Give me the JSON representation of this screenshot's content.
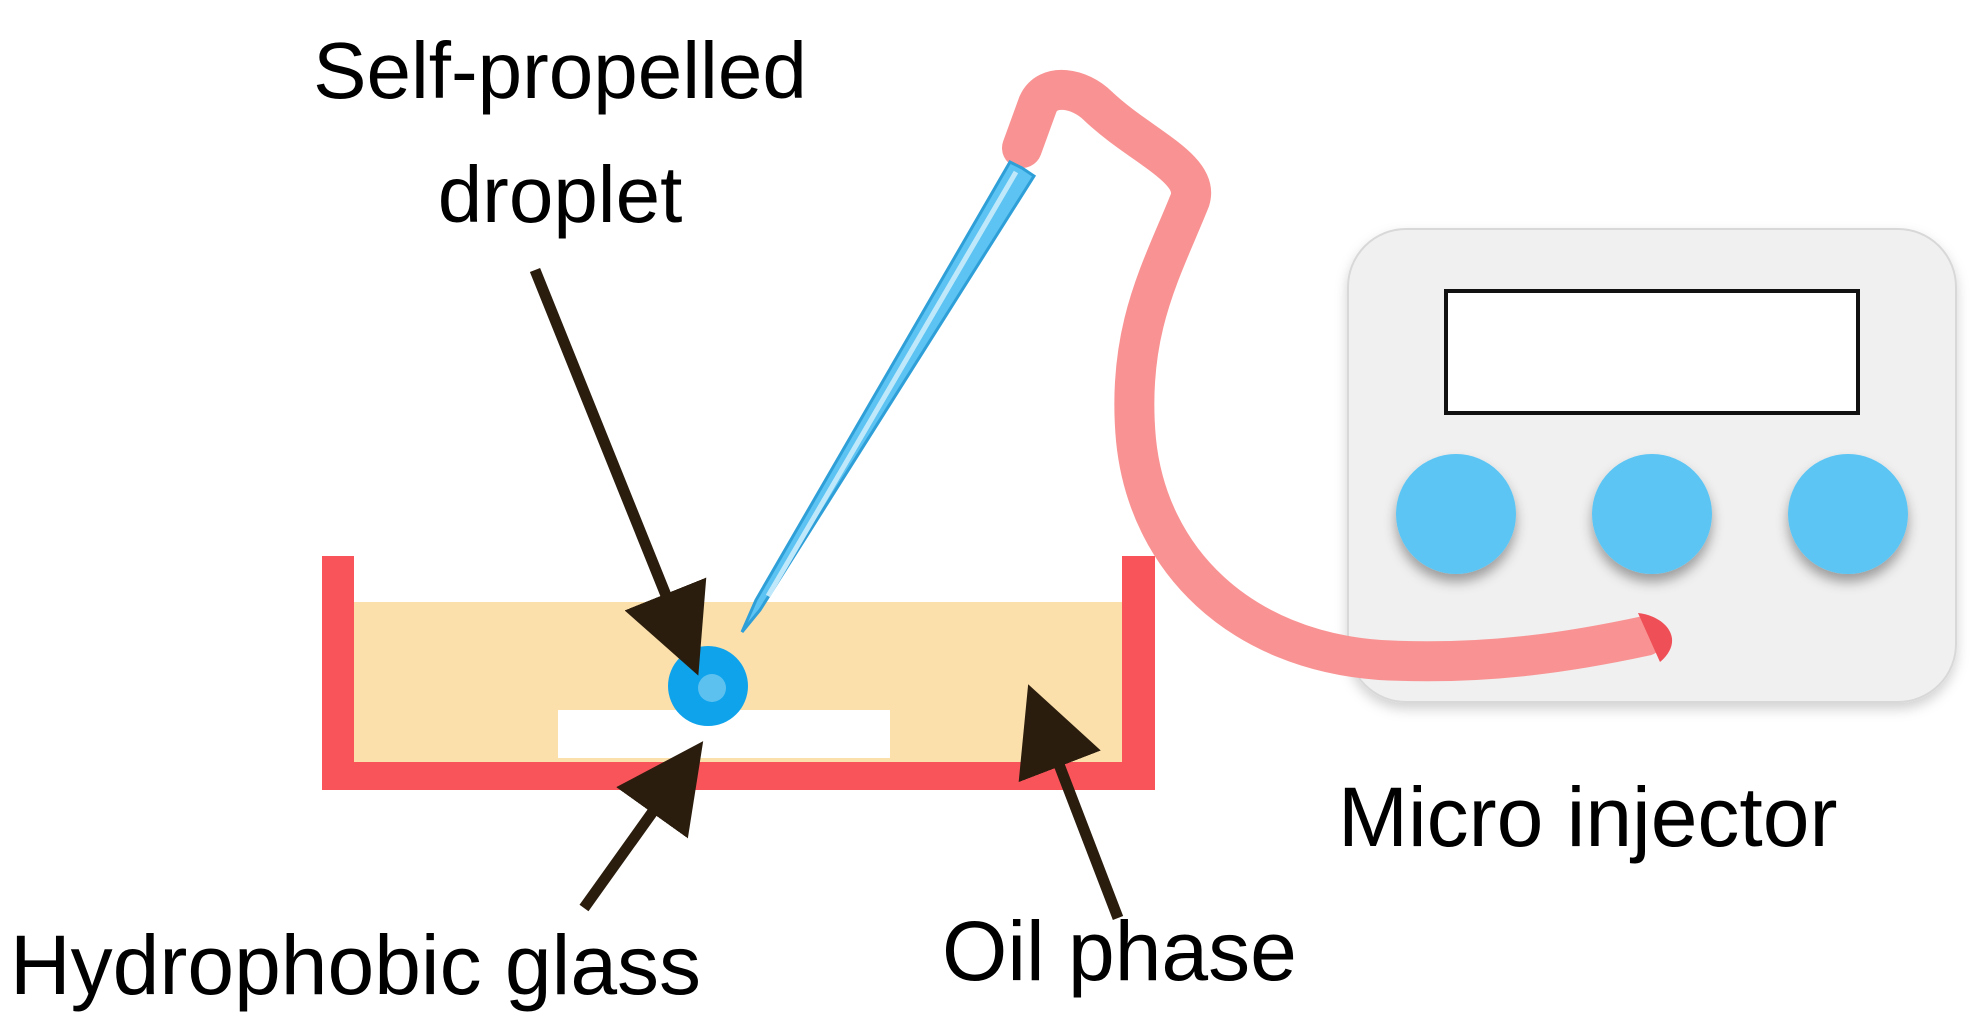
{
  "labels": {
    "droplet_line1": "Self-propelled",
    "droplet_line2": "droplet",
    "glass": "Hydrophobic glass",
    "oil": "Oil phase",
    "injector": "Micro injector"
  },
  "colors": {
    "dish": "#f9545a",
    "oil": "#fbe0ac",
    "glass": "#ffffff",
    "droplet": "#0fa3ec",
    "droplet_core": "#5dc1f0",
    "needle": "#5cc3f2",
    "tube": "#f99393",
    "tube_end": "#ef4f57",
    "injector_body": "#f0f0f0",
    "injector_button": "#5bc5f4",
    "arrow": "#2b1d0e"
  },
  "injector": {
    "button_count": 3
  }
}
